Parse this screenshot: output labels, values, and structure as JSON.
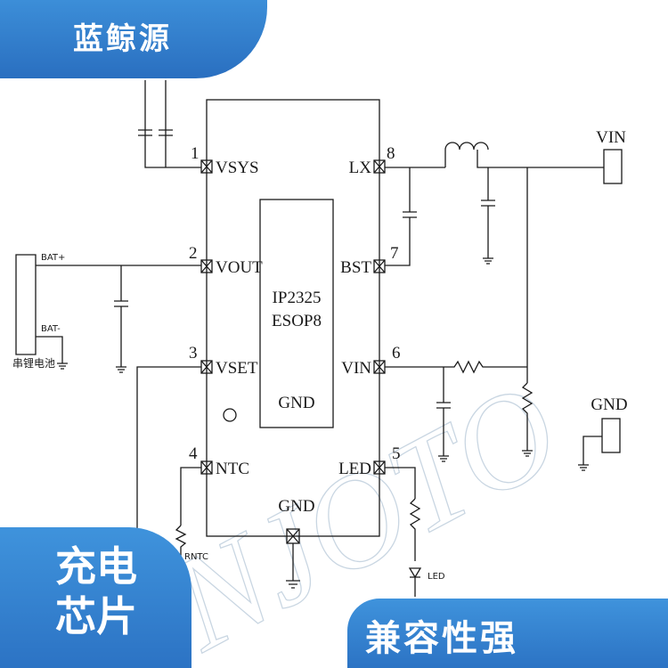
{
  "brand": {
    "name": "蓝鲸源"
  },
  "badge": {
    "line1": "充电",
    "line2": "芯片"
  },
  "feature": {
    "text": "兼容性强"
  },
  "watermark": {
    "text": "NJOTO"
  },
  "chip": {
    "part": "IP2325",
    "package": "ESOP8",
    "center_label": "GND",
    "gnd_pin_label": "GND",
    "pins": [
      {
        "num": "1",
        "name": "VSYS"
      },
      {
        "num": "2",
        "name": "VOUT"
      },
      {
        "num": "3",
        "name": "VSET"
      },
      {
        "num": "4",
        "name": "NTC"
      },
      {
        "num": "8",
        "name": "LX"
      },
      {
        "num": "7",
        "name": "BST"
      },
      {
        "num": "6",
        "name": "VIN"
      },
      {
        "num": "5",
        "name": "LED"
      }
    ]
  },
  "labels": {
    "bat_plus": "BAT+",
    "bat_minus": "BAT-",
    "battery": "串锂电池",
    "rntc": "RNTC",
    "led": "LED",
    "vin_terminal": "VIN",
    "gnd_terminal": "GND"
  },
  "colors": {
    "accent": "#2f7ccc",
    "line": "#1a1a1a",
    "watermark": "#c9d6e2"
  }
}
